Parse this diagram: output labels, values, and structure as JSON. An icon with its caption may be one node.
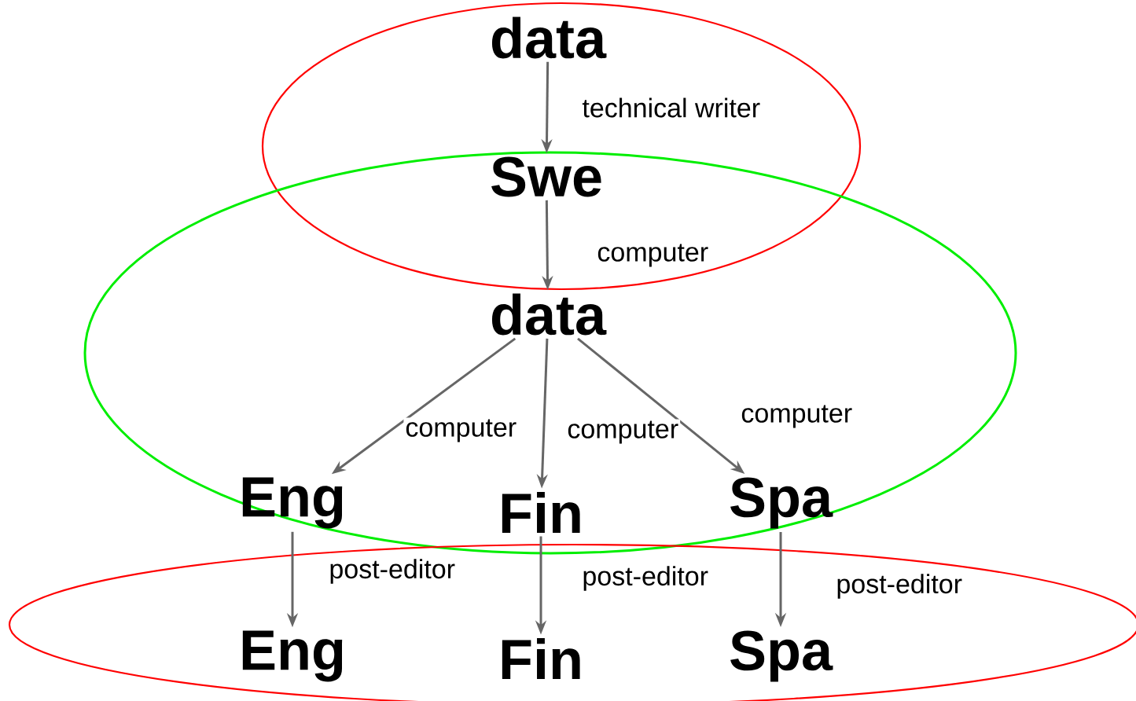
{
  "diagram": {
    "nodes": [
      {
        "text": [
          "data"
        ]
      },
      {
        "text": [
          "Swe"
        ]
      },
      {
        "text": [
          "data"
        ]
      },
      {
        "text": [
          "Eng"
        ]
      },
      {
        "text": [
          "Fin"
        ]
      },
      {
        "text": [
          "Spa"
        ]
      },
      {
        "text": [
          "Eng"
        ]
      },
      {
        "text": [
          "Fin"
        ]
      },
      {
        "text": [
          "Spa"
        ]
      }
    ],
    "edges": [
      {
        "from": 0,
        "to": 1,
        "arrow": "to",
        "label": "technical writer"
      },
      {
        "from": 1,
        "to": 2,
        "arrow": "to",
        "label": "computer"
      },
      {
        "from": 2,
        "to": 3,
        "arrow": "to",
        "label": "computer"
      },
      {
        "from": 2,
        "to": 4,
        "arrow": "to",
        "label": "computer"
      },
      {
        "from": 2,
        "to": 5,
        "arrow": "to",
        "label": "computer"
      },
      {
        "from": 3,
        "to": 6,
        "arrow": "to",
        "label": "post-editor"
      },
      {
        "from": 4,
        "to": 7,
        "arrow": "to",
        "label": "post-editor"
      },
      {
        "from": 5,
        "to": 8,
        "arrow": "to",
        "label": "post-editor"
      }
    ]
  }
}
